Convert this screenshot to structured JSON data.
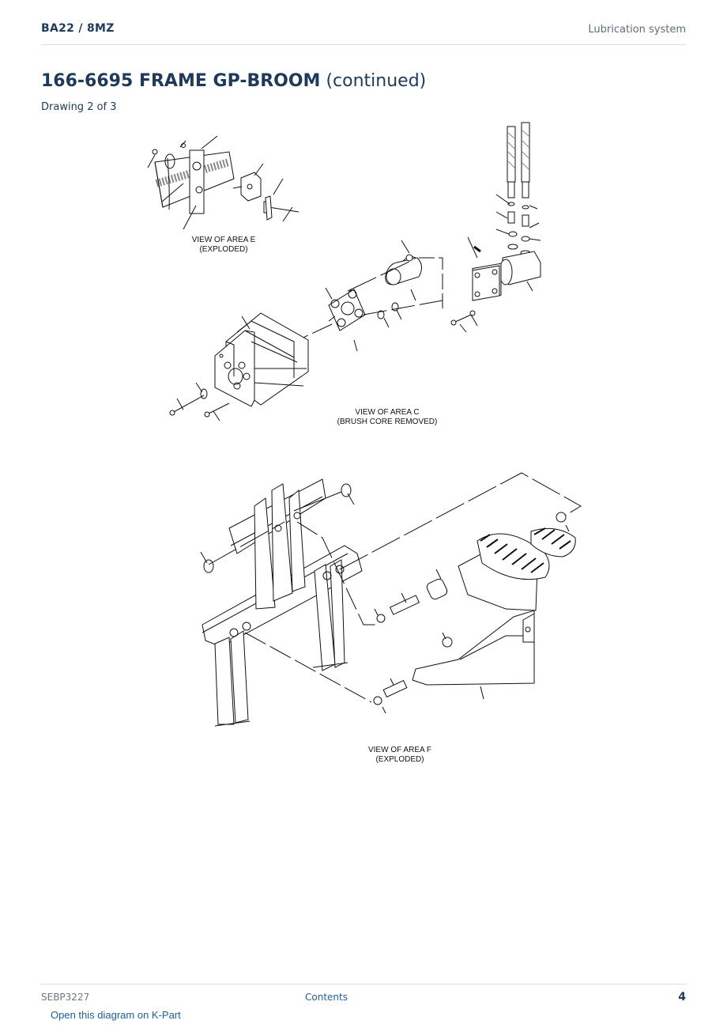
{
  "header": {
    "model": "BA22  /  8MZ",
    "section": "Lubrication system"
  },
  "title": {
    "part_number_name": "166-6695 FRAME GP-BROOM",
    "suffix": "(continued)"
  },
  "subtitle": "Drawing 2 of 3",
  "drawing": {
    "views": [
      {
        "line1": "VIEW OF AREA E",
        "line2": "(EXPLODED)"
      },
      {
        "line1": "VIEW OF AREA C",
        "line2": "(BRUSH CORE REMOVED)"
      },
      {
        "line1": "VIEW OF AREA F",
        "line2": "(EXPLODED)"
      }
    ]
  },
  "footer": {
    "doc_id": "SEBP3227",
    "contents_link": "Contents",
    "page_number": "4",
    "kpart_link": "Open this diagram on K-Part"
  }
}
